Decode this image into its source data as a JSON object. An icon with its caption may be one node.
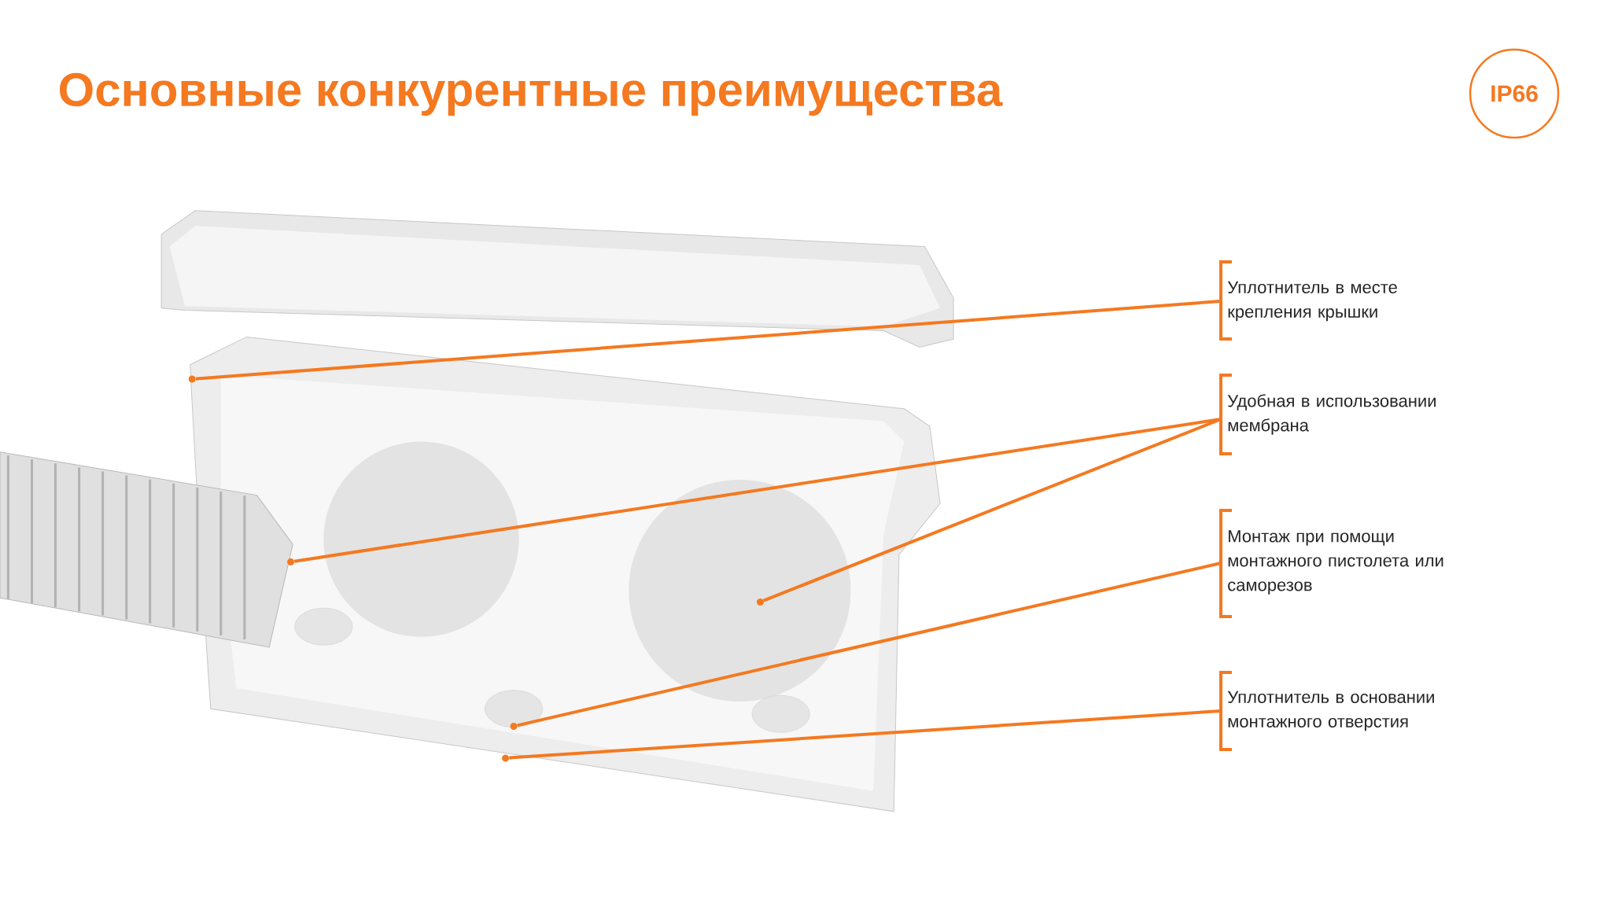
{
  "diagram": {
    "title": "Основные конкурентные преимущества",
    "nodes": [
      {
        "text": [
          "IP66"
        ]
      },
      {
        "text": [
          "Уплотнитель в месте крепления крышки"
        ]
      },
      {
        "text": [
          "Удобная в использовании мембрана"
        ]
      },
      {
        "text": [
          "Монтаж при помощи монтажного пистолета или саморезов"
        ]
      },
      {
        "text": [
          "Уплотнитель в основании монтажного отверстия"
        ]
      },
      {
        "text": [],
        "shape": "circle"
      },
      {
        "text": [],
        "shape": "circle"
      },
      {
        "text": [],
        "shape": "circle"
      },
      {
        "text": [],
        "shape": "circle"
      },
      {
        "text": [],
        "shape": "circle"
      }
    ],
    "edges": [
      {
        "from": 1,
        "to": 5,
        "arrow": "none"
      },
      {
        "from": 2,
        "to": 6,
        "arrow": "none"
      },
      {
        "from": 2,
        "to": 7,
        "arrow": "none"
      },
      {
        "from": 3,
        "to": 8,
        "arrow": "none"
      },
      {
        "from": 4,
        "to": 9,
        "arrow": "none"
      }
    ]
  }
}
